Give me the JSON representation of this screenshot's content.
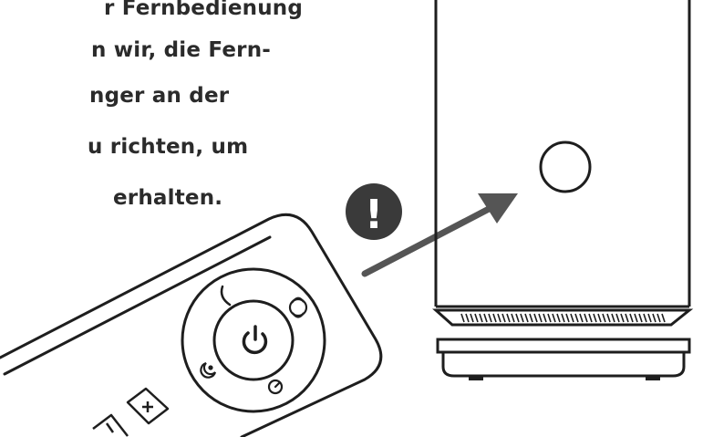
{
  "instruction": {
    "lines": [
      "r Fernbedienung",
      "n wir, die Fern-",
      "nger an der",
      "u richten, um",
      "erhalten."
    ]
  },
  "warning_badge": {
    "symbol": "!"
  },
  "remote": {
    "power_symbol": "⏻",
    "plus_symbol": "+",
    "minus_symbol": "-"
  },
  "colors": {
    "line": "#1e1e1e",
    "badge": "#3a3a3a",
    "arrow": "#555555",
    "text": "#2b2b2b"
  }
}
